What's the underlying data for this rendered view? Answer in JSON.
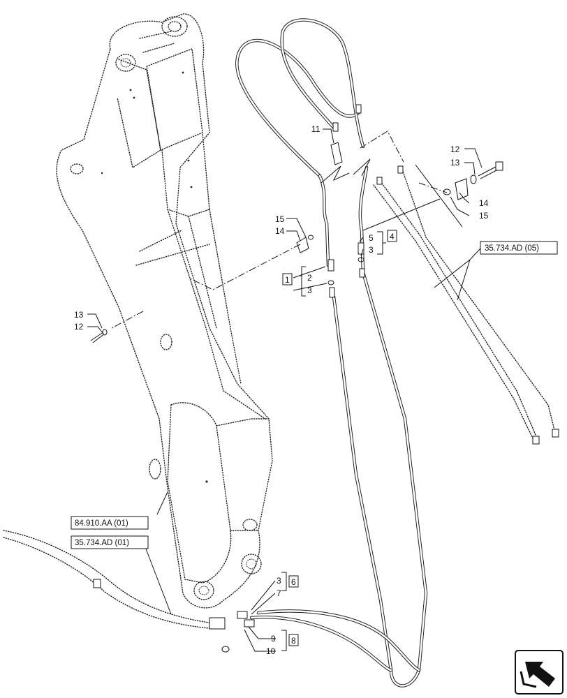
{
  "callouts": {
    "c11": "11",
    "c12a": "12",
    "c13a": "13",
    "c14a": "14",
    "c15a": "15",
    "c15b": "15",
    "c14b": "14",
    "c5": "5",
    "c3a": "3",
    "c4": "4",
    "c1": "1",
    "c2": "2",
    "c3b": "3",
    "c13b": "13",
    "c12b": "12",
    "c3c": "3",
    "c6": "6",
    "c7": "7",
    "c9": "9",
    "c8": "8",
    "c10": "10"
  },
  "references": {
    "ref_top_right": "35.734.AD (05)",
    "ref_boom": "84.910.AA (01)",
    "ref_lower": "35.734.AD (01)"
  },
  "nav_icon": "next-page-arrow-icon"
}
